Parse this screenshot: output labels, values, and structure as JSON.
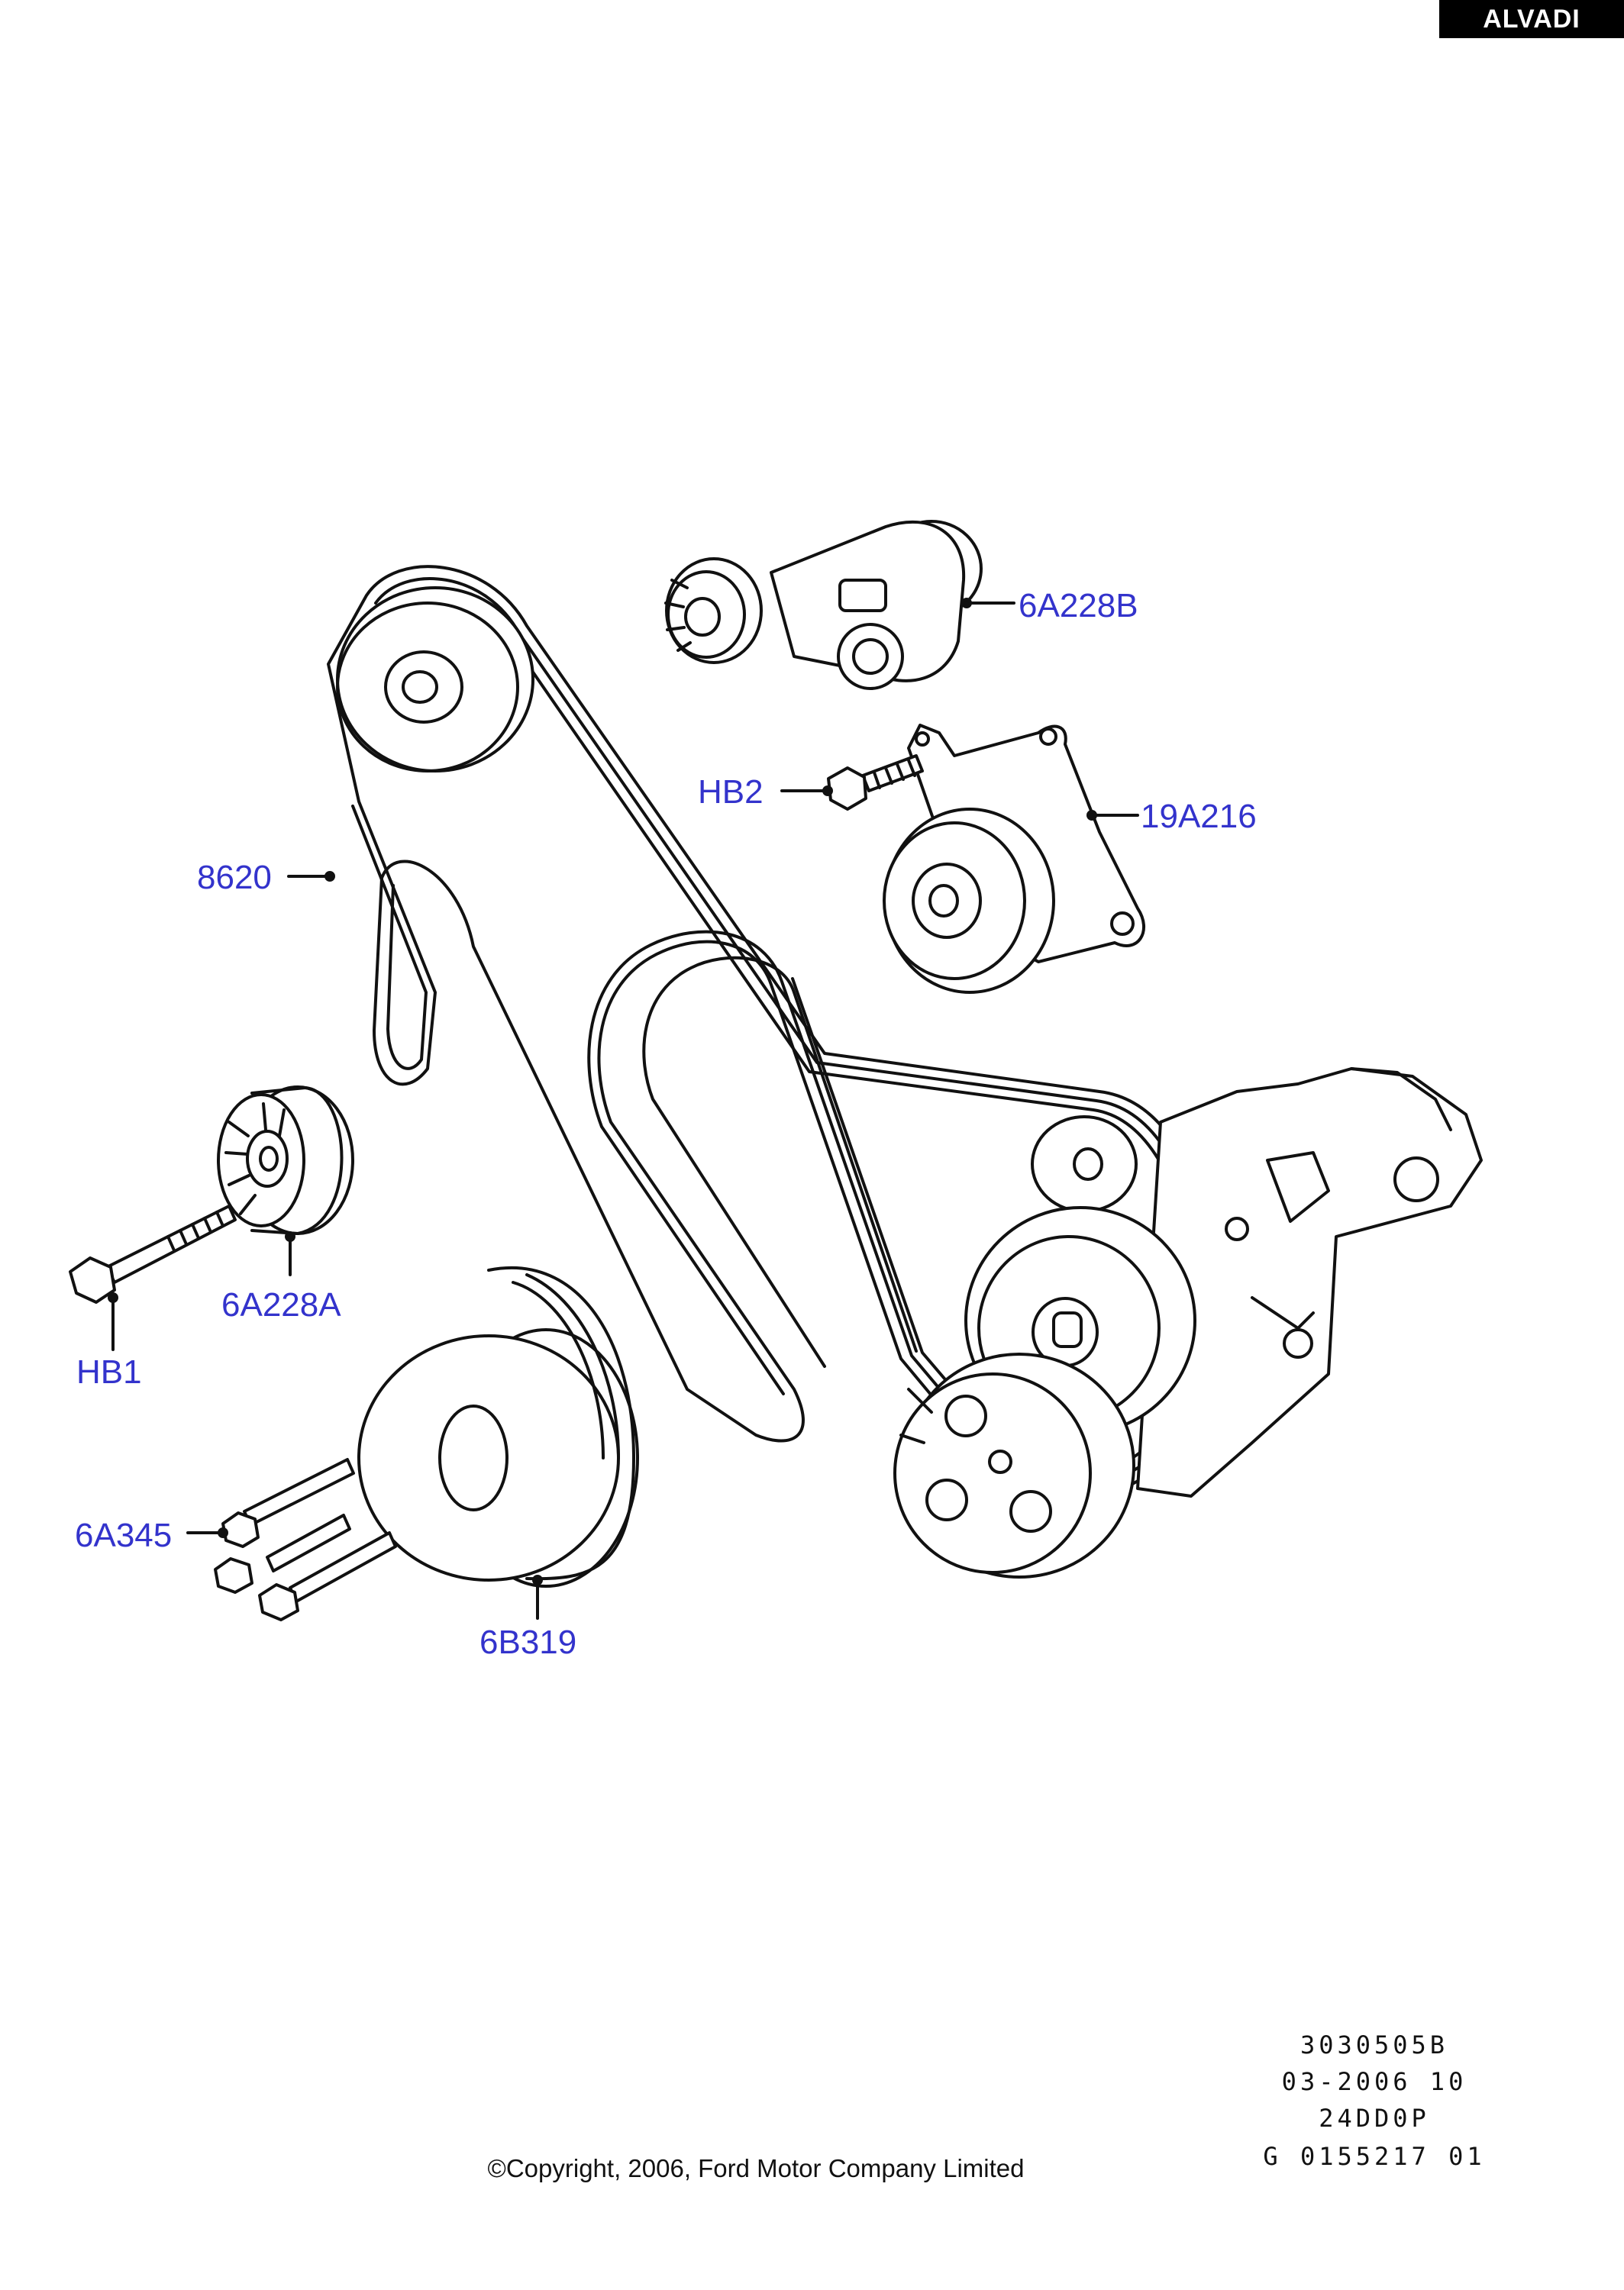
{
  "brand": {
    "label": "ALVADI"
  },
  "callouts": {
    "tensioner_assembly": "6A228B",
    "bolt_hb2": "HB2",
    "idler_bracket": "19A216",
    "drive_belt": "8620",
    "idler_pulley": "6A228A",
    "bolt_hb1": "HB1",
    "crank_bolts": "6A345",
    "crank_pulley": "6B319"
  },
  "drawing_info": {
    "line1": "3030505B",
    "line2": "03-2006 10",
    "line3": "24DD0P",
    "line4": "G 0155217 01"
  },
  "copyright": "©Copyright, 2006, Ford Motor Company Limited",
  "colors": {
    "callout": "#3333cc",
    "ink": "#111111",
    "brand_bg": "#000000"
  }
}
